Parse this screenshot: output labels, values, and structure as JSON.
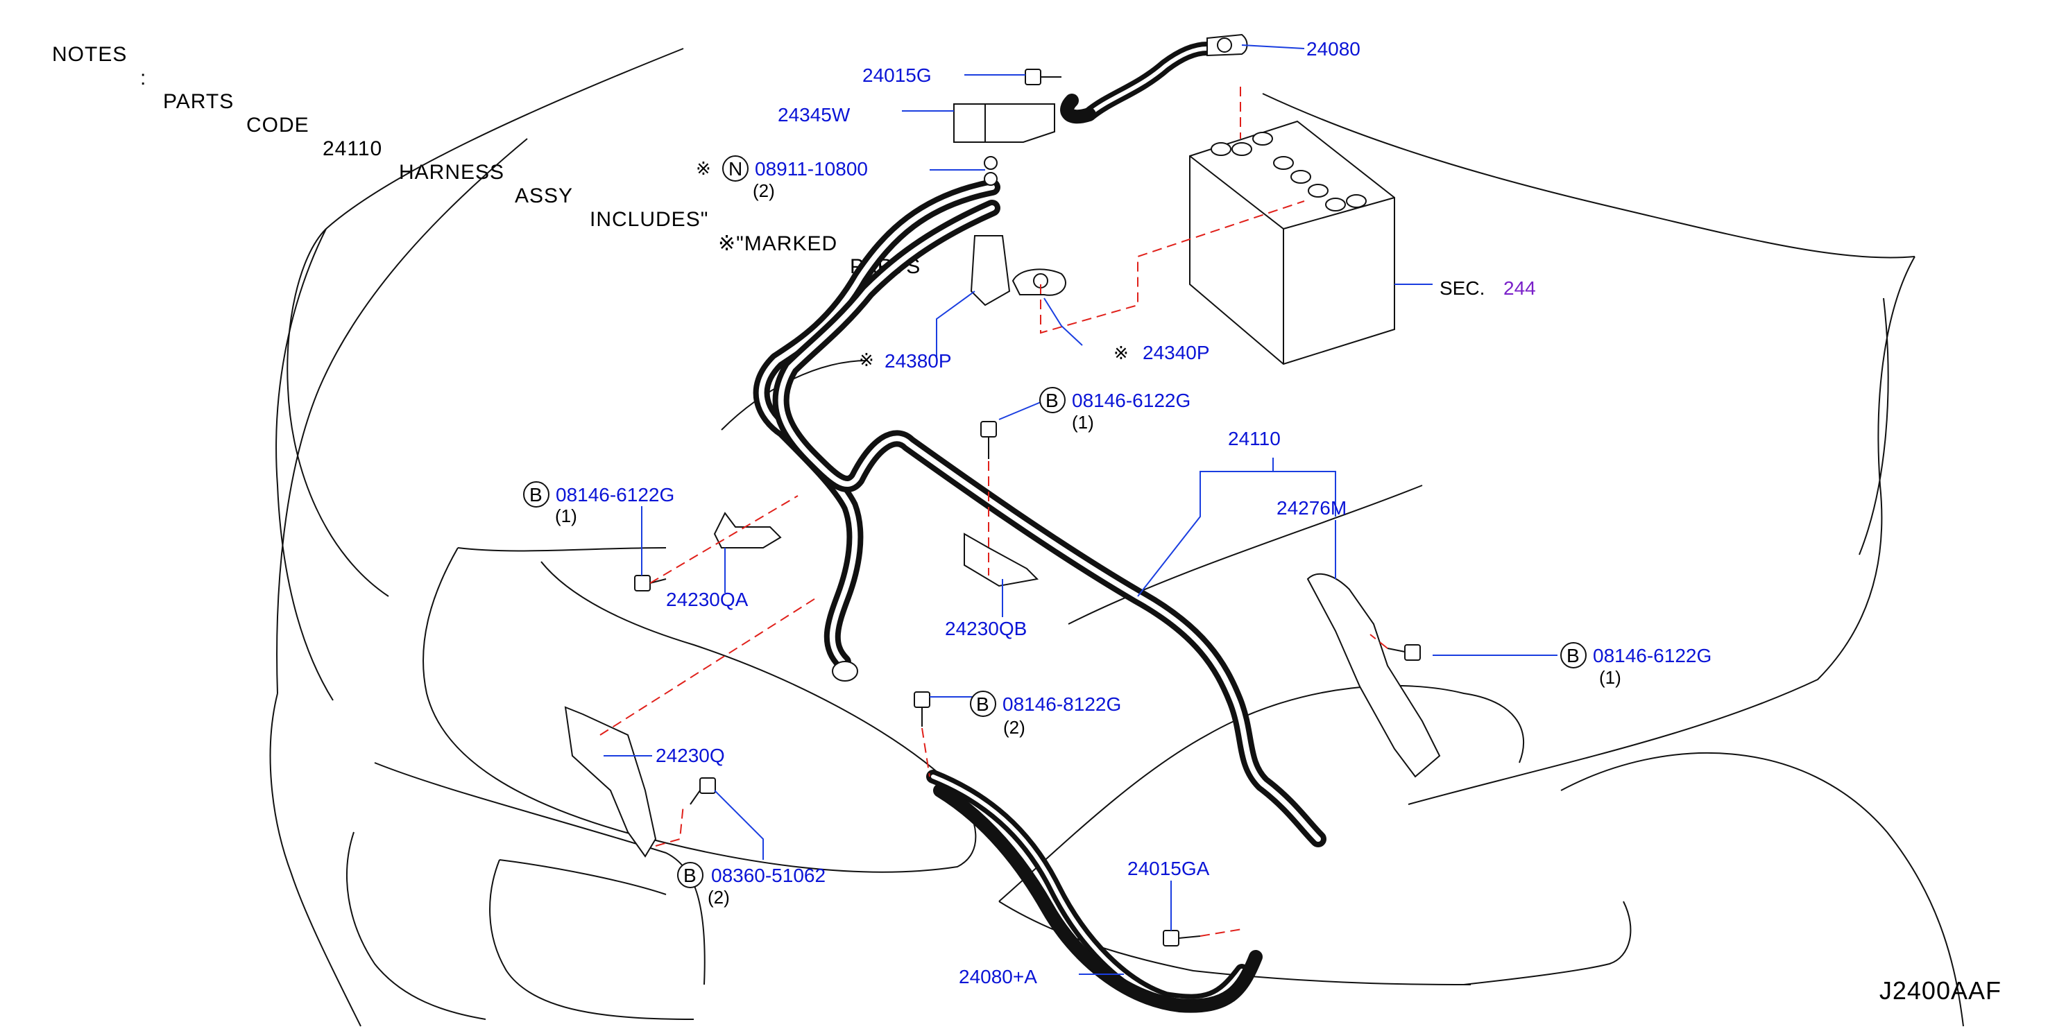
{
  "notes": {
    "label": "NOTES",
    "sep": ":",
    "words": [
      "PARTS",
      "CODE",
      "24110",
      "HARNESS",
      "ASSY",
      "INCLUDES\"",
      "※\"MARKED",
      "PARTS"
    ]
  },
  "diagram_code": "J2400AAF",
  "symbols": {
    "marked": "※",
    "bolt": "B",
    "nut": "N"
  },
  "parts": {
    "p24015G": {
      "code": "24015G"
    },
    "p24080": {
      "code": "24080"
    },
    "p24345W": {
      "code": "24345W"
    },
    "p08911": {
      "code": "08911-10800",
      "qty": "(2)"
    },
    "p24380P": {
      "code": "24380P"
    },
    "p24340P": {
      "code": "24340P"
    },
    "sec244": {
      "prefix": "SEC.",
      "code": "244"
    },
    "p08146_top": {
      "code": "08146-6122G",
      "qty": "(1)"
    },
    "p24110": {
      "code": "24110"
    },
    "p24276M": {
      "code": "24276M"
    },
    "p08146_left": {
      "code": "08146-6122G",
      "qty": "(1)"
    },
    "p24230QA": {
      "code": "24230QA"
    },
    "p24230QB": {
      "code": "24230QB"
    },
    "p08146_right": {
      "code": "08146-6122G",
      "qty": "(1)"
    },
    "p08146_8122": {
      "code": "08146-8122G",
      "qty": "(2)"
    },
    "p24230Q": {
      "code": "24230Q"
    },
    "p08360": {
      "code": "08360-51062",
      "qty": "(2)"
    },
    "p24015GA": {
      "code": "24015GA"
    },
    "p24080A": {
      "code": "24080+A"
    }
  },
  "colors": {
    "label_blue": "#0a14d6",
    "leader_blue": "#1a3ee0",
    "phantom_red": "#e0201a",
    "section_purple": "#7a20c9",
    "line_black": "#111111"
  }
}
